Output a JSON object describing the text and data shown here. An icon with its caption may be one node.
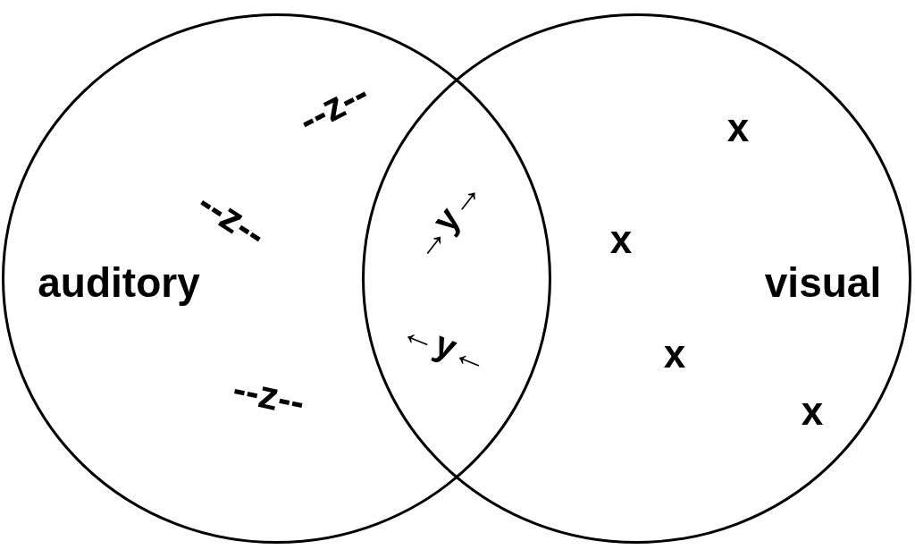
{
  "diagram": {
    "nodes": [
      {
        "text": [
          "auditory"
        ]
      },
      {
        "text": [
          "visual"
        ]
      }
    ],
    "labels": [
      "--z--",
      "x",
      "--z--",
      "→y→",
      "x",
      "←y←",
      "x",
      "--z--",
      "x"
    ]
  }
}
